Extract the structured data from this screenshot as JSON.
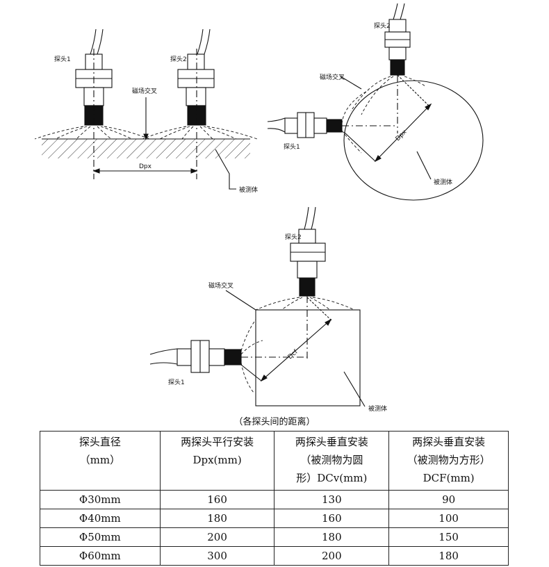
{
  "diagram": {
    "fig1": {
      "probe1": "探头1",
      "probe2": "探头2",
      "cross": "磁场交叉",
      "dim": "Dpx",
      "object": "被测体"
    },
    "fig2": {
      "probe1": "探头1",
      "probe2": "探头2",
      "cross": "磁场交叉",
      "dim": "Dpx",
      "object": "被测体"
    },
    "fig3": {
      "probe1": "探头1",
      "probe2": "探头2",
      "cross": "磁场交叉",
      "dim": "Dcf",
      "object": "被测体"
    }
  },
  "caption": "（各探头间的距离）",
  "table": {
    "headers": [
      [
        "探头直径",
        "（mm）"
      ],
      [
        "两探头平行安装",
        "Dpx(mm)"
      ],
      [
        "两探头垂直安装",
        "（被测物为圆",
        "形）DCv(mm)"
      ],
      [
        "两探头垂直安装",
        "（被测物为方形）",
        "DCF(mm)"
      ]
    ],
    "rows": [
      [
        "Φ30mm",
        "160",
        "130",
        "90"
      ],
      [
        "Φ40mm",
        "180",
        "160",
        "100"
      ],
      [
        "Φ50mm",
        "200",
        "180",
        "150"
      ],
      [
        "Φ60mm",
        "300",
        "200",
        "180"
      ]
    ]
  }
}
